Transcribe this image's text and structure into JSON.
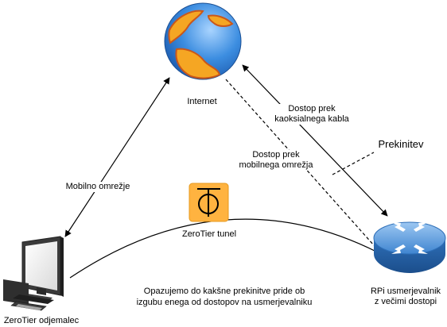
{
  "nodes": {
    "internet": {
      "label": "Internet",
      "icon": "globe-icon"
    },
    "client": {
      "label": "ZeroTier odjemalec",
      "icon": "desktop-computer-icon"
    },
    "router": {
      "label_line1": "RPi usmerjevalnik",
      "label_line2": "z večimi dostopi",
      "icon": "router-icon"
    },
    "zerotier": {
      "label": "ZeroTier tunel",
      "icon": "zerotier-logo-icon"
    }
  },
  "edges": {
    "mobile_network": "Mobilno omrežje",
    "coax_access_line1": "Dostop prek",
    "coax_access_line2": "kaoksialnega kabla",
    "mobile_access_line1": "Dostop prek",
    "mobile_access_line2": "mobilnega omrežja"
  },
  "annotations": {
    "break_label": "Prekinitev",
    "observation_line1": "Opazujemo do kakšne prekinitve pride ob",
    "observation_line2": "izgubu enega od dostopov na usmerjevalniku"
  },
  "colors": {
    "zerotier_orange": "#FFB340",
    "globe_blue": "#3C8DE0",
    "globe_land": "#F5A623",
    "router_blue": "#2E6FB8"
  }
}
